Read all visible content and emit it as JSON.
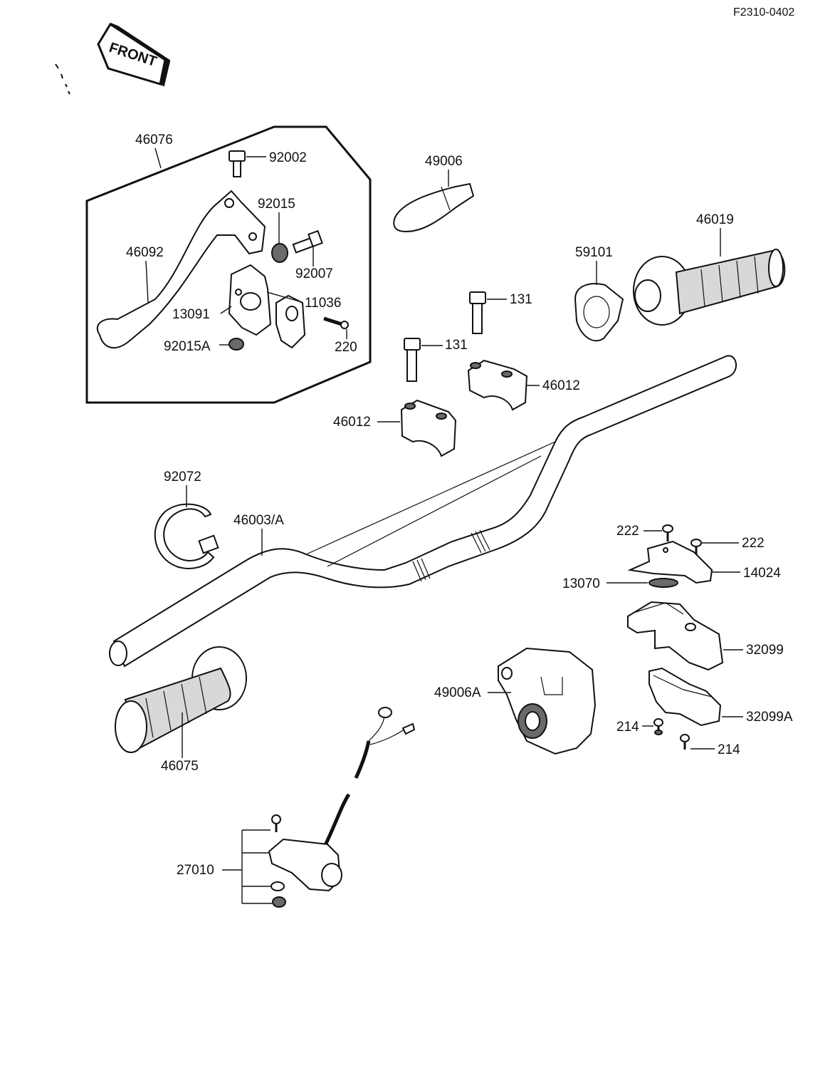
{
  "figure_ref": "F2310-0402",
  "direction_label": "FRONT",
  "labels": {
    "p46076": "46076",
    "p92002": "92002",
    "p92015": "92015",
    "p92007": "92007",
    "p46092": "46092",
    "p11036": "11036",
    "p13091": "13091",
    "p92015A": "92015A",
    "p220": "220",
    "p49006": "49006",
    "p59101": "59101",
    "p46019": "46019",
    "p131_top": "131",
    "p131_bottom": "131",
    "p46012_right": "46012",
    "p46012_left": "46012",
    "p92072": "92072",
    "p46003A": "46003/A",
    "p222_left": "222",
    "p222_right": "222",
    "p14024": "14024",
    "p13070": "13070",
    "p32099": "32099",
    "p49006A": "49006A",
    "p32099A": "32099A",
    "p214_left": "214",
    "p214_right": "214",
    "p46075": "46075",
    "p27010": "27010"
  }
}
